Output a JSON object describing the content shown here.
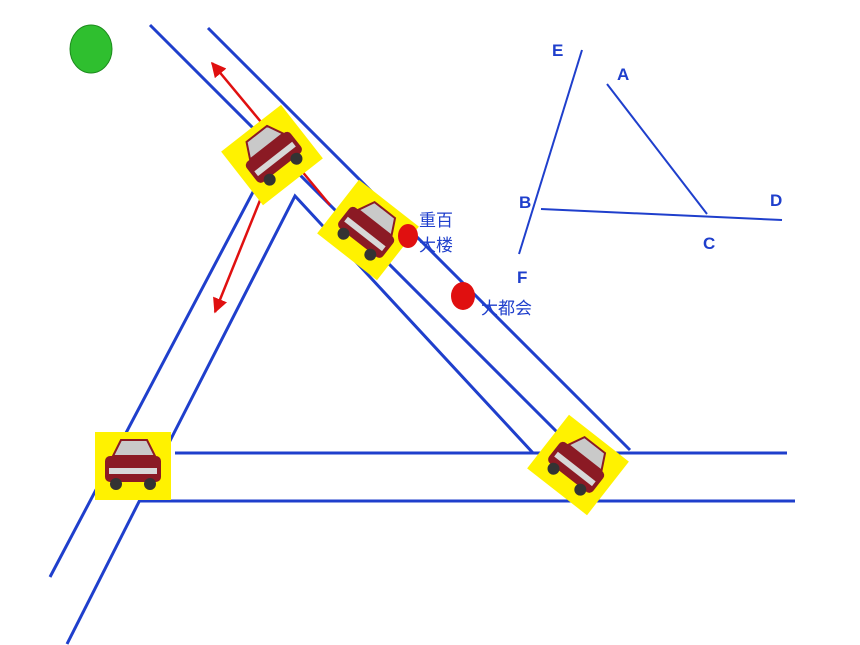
{
  "points": {
    "a": "A",
    "b": "B",
    "c": "C",
    "d": "D",
    "e": "E",
    "f": "F"
  },
  "places": {
    "chongbai_line1": "重百",
    "chongbai_line2": "大楼",
    "daduhui": "大都会"
  },
  "colors": {
    "road": "#1f3fcc",
    "arrow": "#e01010",
    "marker_red": "#e01010",
    "marker_green": "#2fbf2f",
    "car_plate": "#fff200",
    "car_body": "#8b1a24"
  },
  "icons": {
    "car": "car-icon",
    "green_marker": "green-dot-icon",
    "red_marker": "red-dot-icon"
  }
}
